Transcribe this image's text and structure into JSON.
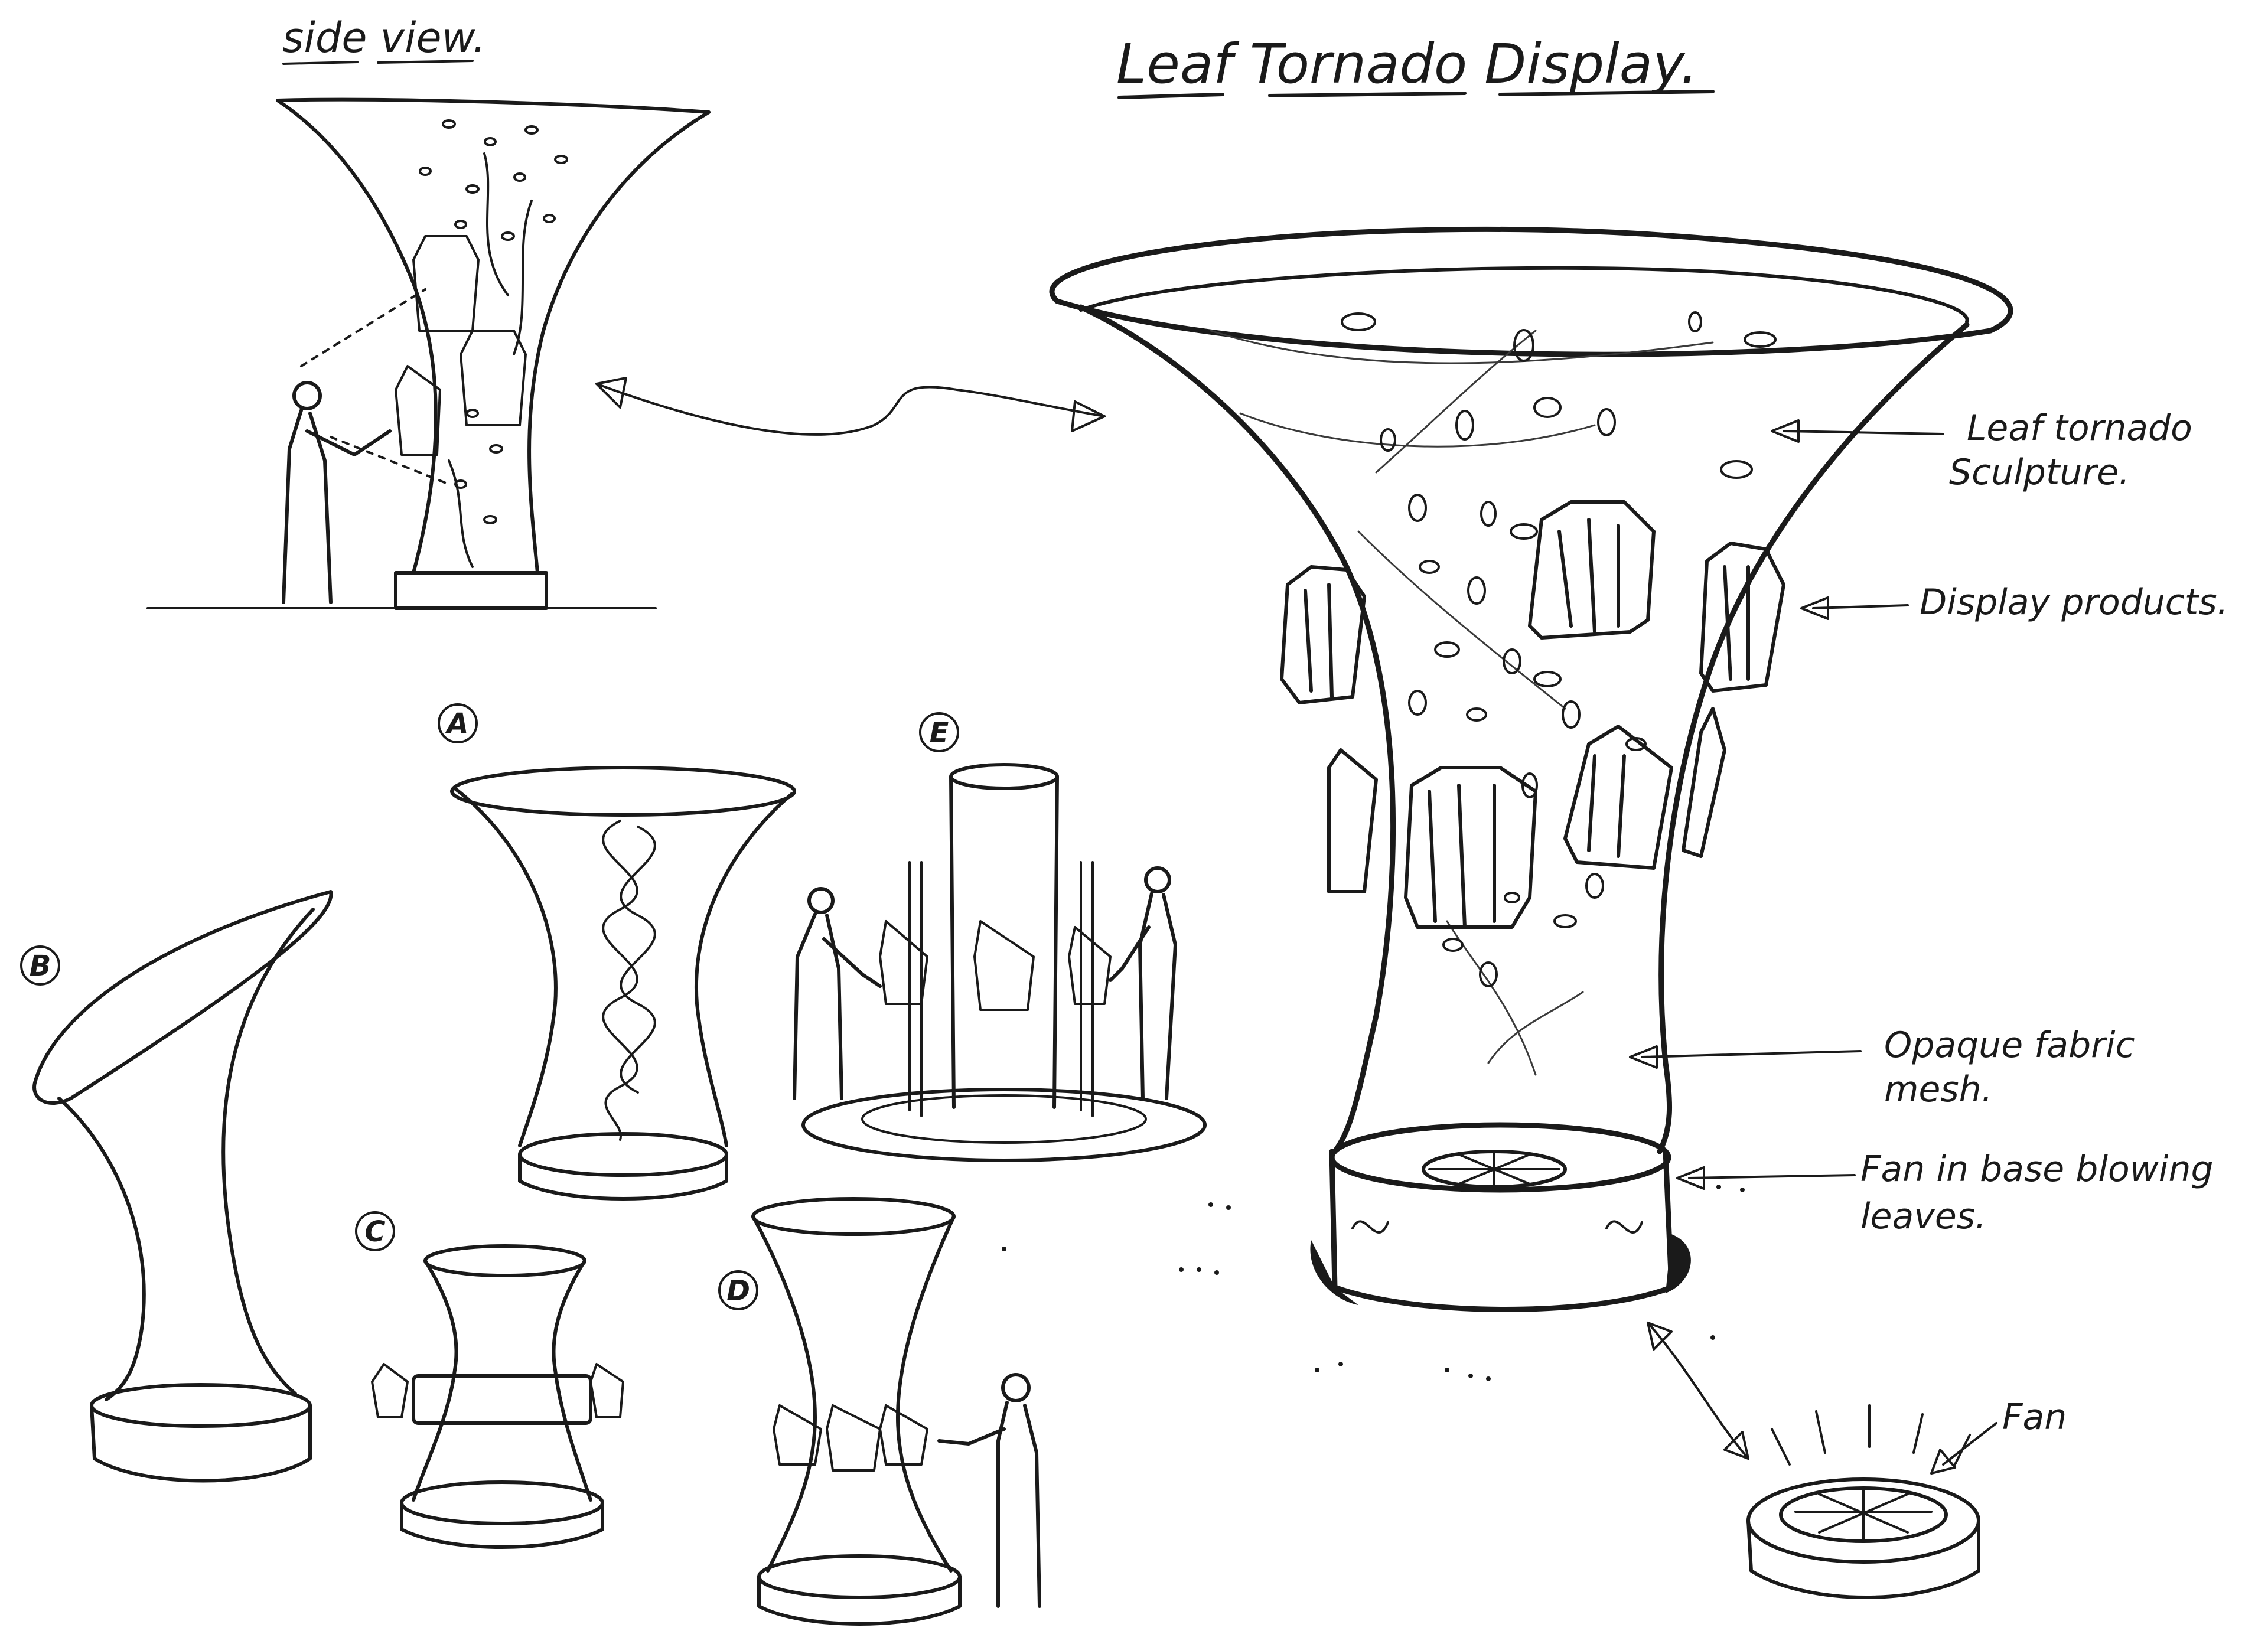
{
  "title": "Leaf Tornado Display.",
  "side_view_label": "side view.",
  "callouts": {
    "leaf_tornado_line1": "Leaf tornado",
    "leaf_tornado_line2": "Sculpture.",
    "display_products": "Display products.",
    "fabric_line1": "Opaque fabric",
    "fabric_line2": "mesh.",
    "fan_base_line1": "Fan in base blowing",
    "fan_base_line2": "leaves.",
    "fan": "Fan"
  },
  "variants": {
    "a": "A",
    "b": "B",
    "c": "C",
    "d": "D",
    "e": "E"
  },
  "ink_color": "#1a1a1a"
}
